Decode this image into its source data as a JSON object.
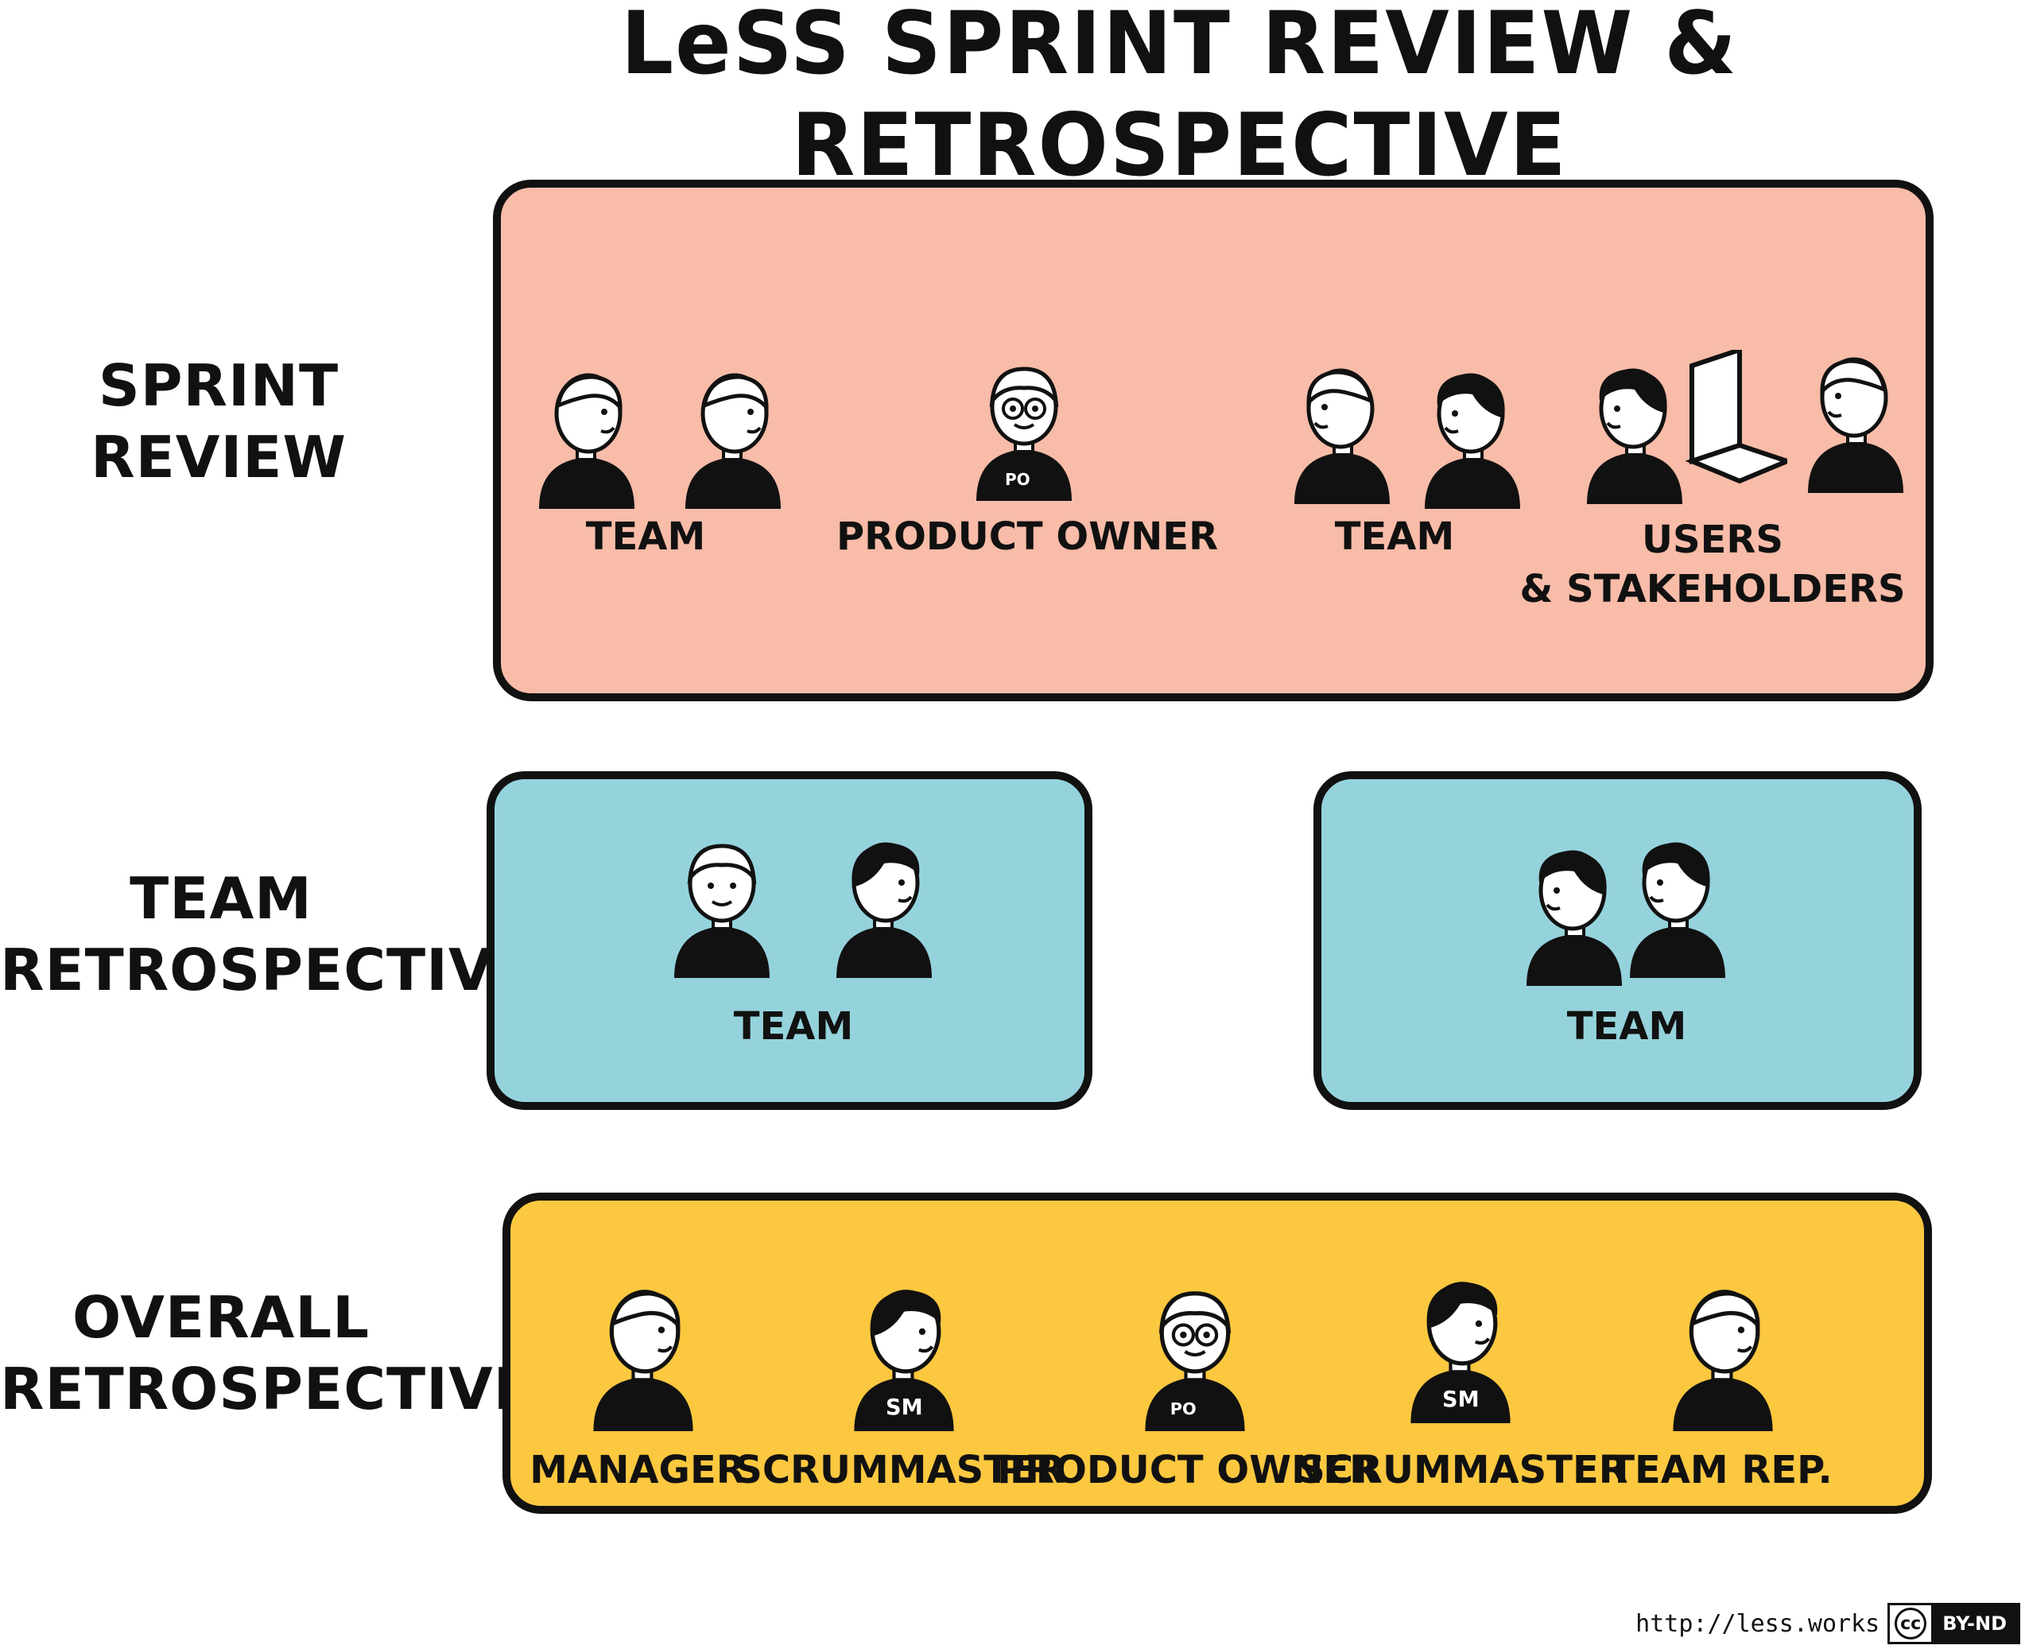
{
  "title": "LeSS SPRINT REVIEW & RETROSPECTIVE",
  "rows": {
    "review": {
      "line1": "SPRINT",
      "line2": "REVIEW"
    },
    "team_retro": {
      "line1": "TEAM",
      "line2": "RETROSPECTIVE"
    },
    "overall_retro": {
      "line1": "OVERALL",
      "line2": "RETROSPECTIVE"
    }
  },
  "review_box": {
    "groups": [
      {
        "label": "TEAM"
      },
      {
        "label": "PRODUCT OWNER",
        "badge": "PO"
      },
      {
        "label": "TEAM"
      },
      {
        "label_line1": "USERS",
        "label_line2": "& STAKEHOLDERS"
      }
    ]
  },
  "team_boxes": [
    {
      "label": "TEAM"
    },
    {
      "label": "TEAM"
    }
  ],
  "overall_box": {
    "members": [
      {
        "label": "MANAGER"
      },
      {
        "label": "SCRUMMASTER",
        "badge": "SM"
      },
      {
        "label": "PRODUCT OWNER",
        "badge": "PO"
      },
      {
        "label": "SCRUMMASTER",
        "badge": "SM"
      },
      {
        "label": "TEAM REP."
      }
    ]
  },
  "footer": {
    "url": "http://less.works",
    "cc_mark": "cc",
    "license": "BY-ND"
  },
  "colors": {
    "review": "#f8bca8",
    "team": "#95d3dc",
    "overall": "#fcc840",
    "ink": "#111111"
  }
}
